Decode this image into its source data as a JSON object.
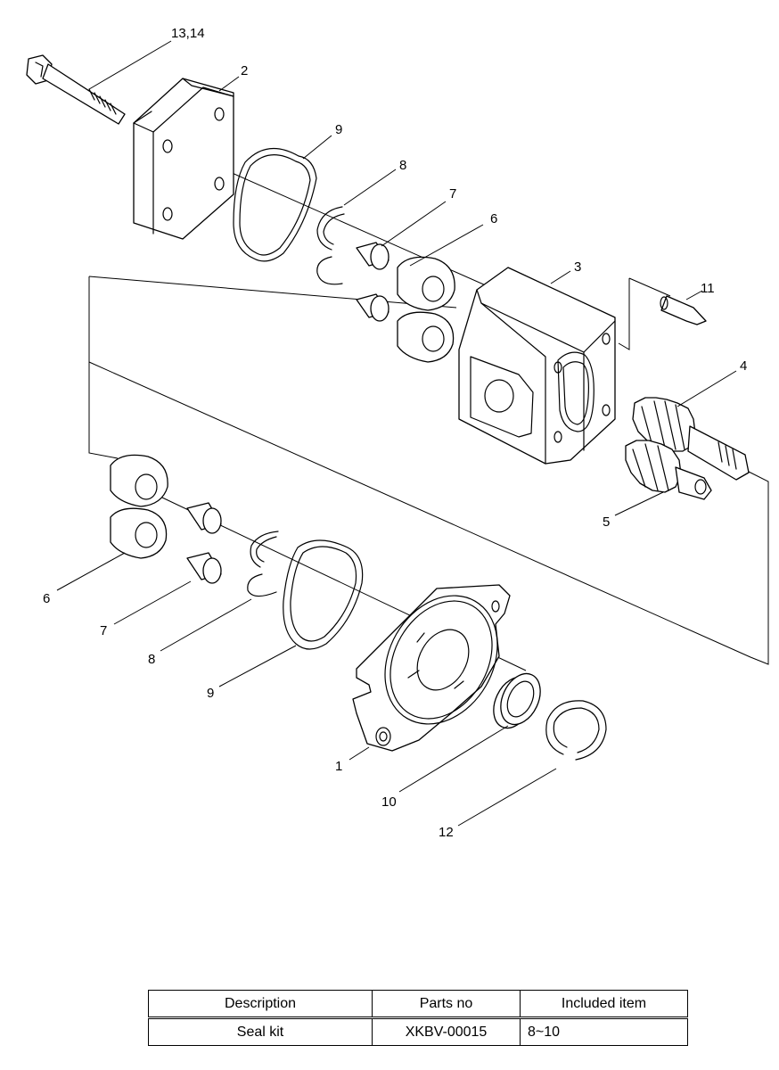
{
  "callouts": {
    "c1": "1",
    "c2": "2",
    "c3": "3",
    "c4": "4",
    "c5": "5",
    "c6a": "6",
    "c6b": "6",
    "c7a": "7",
    "c7b": "7",
    "c8a": "8",
    "c8b": "8",
    "c9a": "9",
    "c9b": "9",
    "c10": "10",
    "c11": "11",
    "c12": "12",
    "c1314": "13,14"
  },
  "table": {
    "headers": [
      "Description",
      "Parts no",
      "Included item"
    ],
    "rows": [
      [
        "Seal kit",
        "XKBV-00015",
        "8~10"
      ]
    ]
  }
}
